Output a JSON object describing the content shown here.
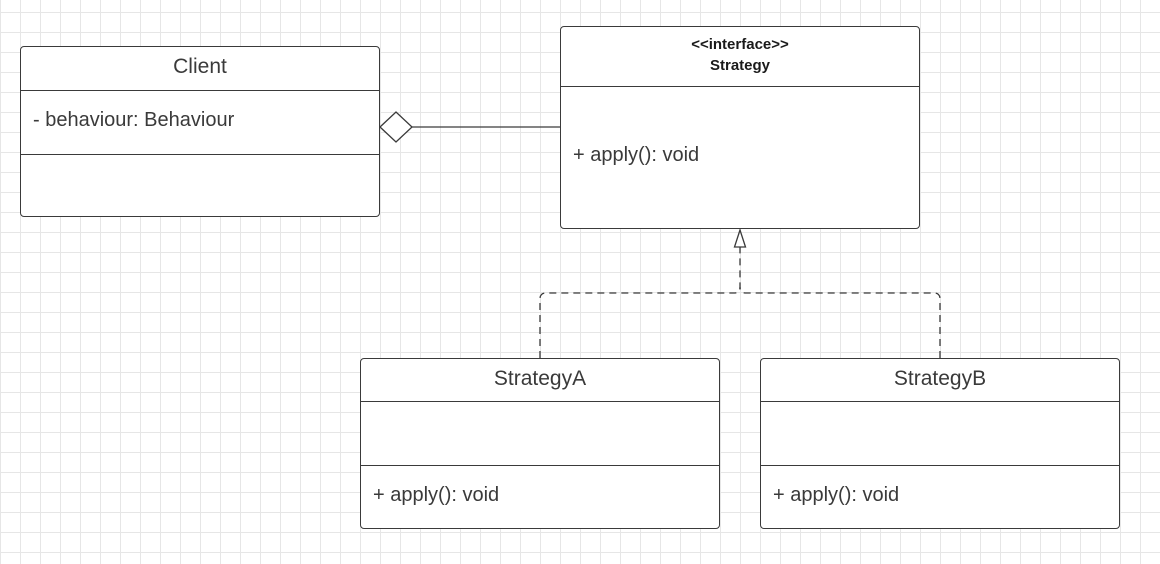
{
  "diagram": {
    "client": {
      "name": "Client",
      "attributes": [
        "- behaviour: Behaviour"
      ],
      "operations": []
    },
    "strategy": {
      "stereotype": "<<interface>>",
      "name": "Strategy",
      "operations": [
        "+ apply(): void"
      ]
    },
    "strategy_a": {
      "name": "StrategyA",
      "attributes": [],
      "operations": [
        "+ apply(): void"
      ]
    },
    "strategy_b": {
      "name": "StrategyB",
      "attributes": [],
      "operations": [
        "+ apply(): void"
      ]
    },
    "relationships": [
      {
        "type": "aggregation",
        "from": "Client",
        "to": "Strategy"
      },
      {
        "type": "realization",
        "from": "StrategyA",
        "to": "Strategy"
      },
      {
        "type": "realization",
        "from": "StrategyB",
        "to": "Strategy"
      }
    ]
  }
}
